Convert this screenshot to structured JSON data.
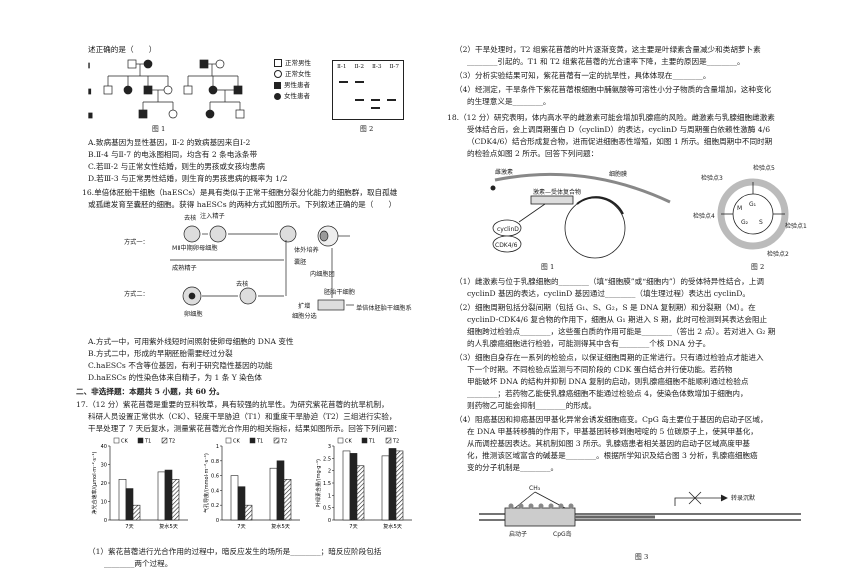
{
  "left": {
    "q15_tail": "述正确的是（　　）",
    "pedigree": {
      "gen_labels": [
        "Ⅰ",
        "Ⅱ",
        "Ⅲ"
      ],
      "legend": [
        "正常男性",
        "正常女性",
        "男性患者",
        "女性患者"
      ],
      "fig1_label": "图 1",
      "fig2_label": "图 2",
      "gel_lanes": [
        "Ⅱ-1",
        "Ⅱ-2",
        "Ⅱ-3",
        "Ⅱ-7"
      ]
    },
    "q15_options": [
      "A.致病基因为显性基因，Ⅱ-2 的致病基因来自Ⅰ-2",
      "B.Ⅱ-4 与Ⅱ-7 的电泳图相同，均含有 2 条电泳条带",
      "C.若Ⅲ-2 与正常女性结婚，则生的男孩或女孩均患病",
      "D.若Ⅲ-3 与正常男性结婚，则生育的男孩患病的概率为 1/2"
    ],
    "q16_stem": [
      "16.单倍体胚胎干细胞（haESCs）是具有类似于正常干细胞分裂分化能力的细胞群，取自孤雄",
      "或孤雌发育至囊胚的细胞。获得 haESCs 的两种方式如图所示。下列叙述正确的是（　　）"
    ],
    "q16_diagram": {
      "labels": {
        "way1": "方式一：",
        "way2": "方式二：",
        "egg": "去核",
        "sperm_in": "注入精子",
        "mii": "MⅡ中期卵母细胞",
        "mature_sperm": "成熟精子",
        "egg2": "卵细胞",
        "enucleate": "去核",
        "in_vitro": "体外培养",
        "blastocyst": "囊胚",
        "icm": "胚胎干细胞",
        "inner": "内细胞团",
        "expand": "扩增",
        "isolate": "细胞分选",
        "single": "单倍体胚胎干细胞系"
      }
    },
    "q16_options": [
      "A.方式一中，可用紫外线短时间照射使卵母细胞的 DNA 变性",
      "B.方式二中，形成的早期胚胎需要经过分裂",
      "C.haESCs 不含等位基因，有利于研究隐性基因的功能",
      "D.haESCs 的性染色体来自精子，为 1 条 Y 染色体"
    ],
    "section_title": "二、非选择题：本题共 5 小题，共 60 分。",
    "q17_stem": [
      "17.（12 分）紫花苜蓿是重要的豆科牧草，具有较强的抗旱性。为研究紫花苜蓿的抗旱机制，",
      "科研人员设置正常供水（CK）、轻度干旱胁迫（T1）和重度干旱胁迫（T2）三组进行实验，",
      "干旱处理了 7 天后复水，测量紫花苜蓿光合作用的相关指标，结果如图所示。回答下列问题："
    ],
    "q17_q1": "（1）紫花苜蓿进行光合作用的过程中，暗反应发生的场所是________；暗反应阶段包括",
    "q17_q1b": "________两个过程。"
  },
  "chart_data": [
    {
      "type": "bar",
      "ylabel": "净光合速率/(μmol·m⁻²·s⁻¹)",
      "categories": [
        "7天",
        "复水5天"
      ],
      "series": [
        {
          "name": "CK",
          "values": [
            22,
            26
          ]
        },
        {
          "name": "T1",
          "values": [
            17,
            27
          ]
        },
        {
          "name": "T2",
          "values": [
            8,
            22
          ]
        }
      ],
      "ylim": [
        0,
        40
      ],
      "yticks": [
        0,
        10,
        20,
        30,
        40
      ]
    },
    {
      "type": "bar",
      "ylabel": "气孔导度/(mmol·m⁻²·s⁻¹)",
      "categories": [
        "7天",
        "复水5天"
      ],
      "series": [
        {
          "name": "CK",
          "values": [
            0.6,
            0.7
          ]
        },
        {
          "name": "T1",
          "values": [
            0.45,
            0.8
          ]
        },
        {
          "name": "T2",
          "values": [
            0.2,
            0.55
          ]
        }
      ],
      "ylim": [
        0,
        1.0
      ],
      "yticks": [
        0,
        0.2,
        0.4,
        0.6,
        0.8,
        1.0
      ]
    },
    {
      "type": "bar",
      "ylabel": "叶绿素含量/(mg·g⁻¹)",
      "categories": [
        "7天",
        "复水5天"
      ],
      "series": [
        {
          "name": "CK",
          "values": [
            2.8,
            2.6
          ]
        },
        {
          "name": "T1",
          "values": [
            2.7,
            2.9
          ]
        },
        {
          "name": "T2",
          "values": [
            2.2,
            2.8
          ]
        }
      ],
      "ylim": [
        0,
        3.0
      ],
      "yticks": [
        0,
        0.5,
        1.0,
        1.5,
        2.0,
        2.5,
        3.0
      ]
    }
  ],
  "right": {
    "q17_rest": [
      "（2）干旱处理时，T2 组紫花苜蓿的叶片逐渐变黄，这主要是叶绿素含量减少和类胡萝卜素",
      "________引起的。T1 和 T2 组紫花苜蓿的光合速率下降，主要的原因是________。",
      "（3）分析实验结果可知，紫花苜蓿有一定的抗旱性，具体体现在________。",
      "（4）经测定，干旱条件下紫花苜蓿根细胞中脯氨酸等可溶性小分子物质的含量增加，这种变化",
      "的生理意义是________。"
    ],
    "q18_stem": [
      "18.（12 分）研究表明，体内高水平的雌激素可能会增加乳腺癌的风险。雌激素与乳腺细胞雌激素",
      "受体结合后，会上调周期蛋白 D（cyclinD）的表达，cyclinD 与周期蛋白依赖性激酶 4/6",
      "（CDK4/6）结合形成复合物，进而促进细胞恶性增殖，如图 1 所示。细胞周期中不同时期",
      "的检验点如图 2 所示。回答下列问题："
    ],
    "fig_labels": {
      "estrogen": "雌激素",
      "membrane": "细胞膜",
      "receptor": "激素—受体复合物",
      "cyclin": "cyclinD",
      "cdk": "CDK4/6",
      "fig1": "图 1",
      "fig2": "图 2",
      "cp1": "检验点1",
      "cp2": "检验点2",
      "cp3": "检验点3",
      "cp4": "检验点4",
      "cp5": "检验点5",
      "phases": [
        "G₁",
        "S",
        "G₂",
        "M"
      ]
    },
    "q18_items": [
      "（1）雌激素与位于乳腺细胞的________（填“细胞膜”或“细胞内”）的受体特异性结合，上调",
      "cyclinD 基因的表达，cyclinD 基因通过________（填生理过程）表达出 cyclinD。",
      "（2）细胞周期包括分裂间期（包括 G₁、S、G₂，S 是 DNA 复制期）和分裂期（M）。在",
      "cyclinD-CDK4/6 复合物的作用下，细胞从 G₁ 期进入 S 期，此时可检测到其表达会阻止",
      "细胞跨过检验点________，这些蛋白质的作用可能是________（答出 2 点）。若对进入 G₂ 期",
      "的人乳腺癌细胞进行检验，可能测得其中含有________个核 DNA 分子。",
      "（3）细胞自身存在一系列的检验点，以保证细胞周期的正常进行。只有通过检验点才能进入",
      "下一个时期。不同检验点监测与不同阶段的 CDK 蛋白结合并行使功能。若药物",
      "甲能破坏 DNA 的结构并抑制 DNA 复制的启动，则乳腺癌细胞不能顺利通过检验点",
      "________；若药物乙能使乳腺癌细胞不能通过检验点 4，使染色体数增加于细胞内，",
      "则药物乙可能会抑制________的形成。",
      "（4）阻癌基因和抑癌基因甲基化异常会诱发细胞癌变。CpG 岛主要位于基因的启动子区域，",
      "在 DNA 甲基转移酶的作用下，甲基基团转移到胞嘧啶的 5 位碳原子上，使其甲基化，",
      "从而调控基因表达。其机制如图 3 所示。乳腺癌患者相关基因的启动子区域高度甲基",
      "化，推测该区域富含的碱基是________。根据所学知识及结合图 3 分析，乳腺癌细胞癌",
      "变的分子机制是________。"
    ],
    "fig3": {
      "ch3": "CH₃",
      "blocked": "转录沉默",
      "promoter": "启动子",
      "cpg": "CpG岛",
      "fig3": "图 3"
    }
  }
}
